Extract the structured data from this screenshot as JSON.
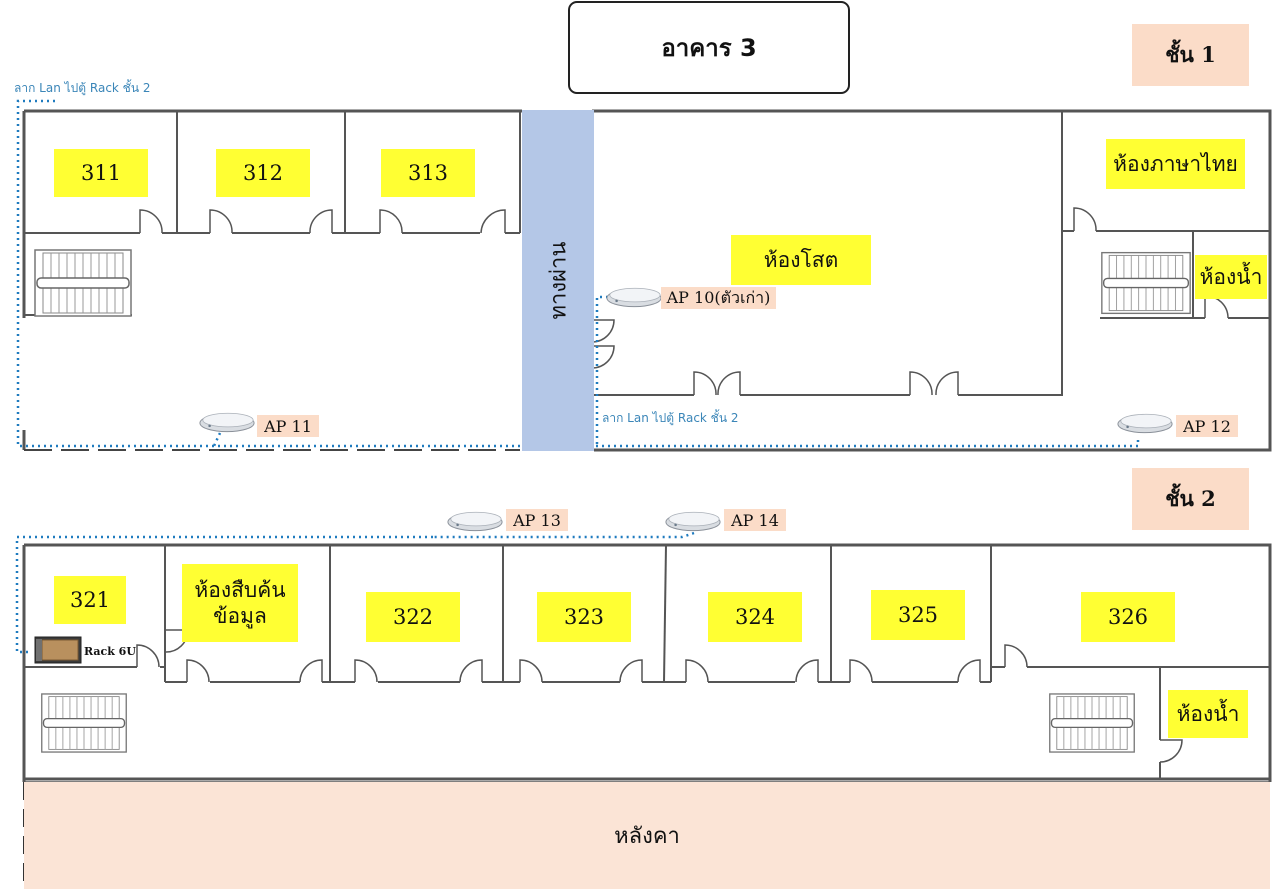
{
  "building_title": "อาคาร 3",
  "floor_1": {
    "tag": "ชั้น 1",
    "rooms": [
      "311",
      "312",
      "313",
      "ห้องภาษาไทย",
      "ห้องโสต",
      "ห้องน้ำ"
    ],
    "corridor": "ทางผ่าน",
    "access_points": [
      "AP 10(ตัวเก่า)",
      "AP 11",
      "AP 12"
    ],
    "lan_notes": [
      "ลาก Lan ไปตู้ Rack  ชั้น 2",
      "ลาก Lan ไปตู้ Rack  ชั้น 2"
    ]
  },
  "floor_2": {
    "tag": "ชั้น 2",
    "rooms": [
      "321",
      "ห้องสืบค้น\nข้อมูล",
      "322",
      "323",
      "324",
      "325",
      "326",
      "ห้องน้ำ"
    ],
    "access_points": [
      "AP 13",
      "AP 14"
    ],
    "rack": "Rack 6U",
    "roof": "หลังคา"
  },
  "colors": {
    "room_label": "#ffff33",
    "tag": "#fbdcc8",
    "corridor": "#b4c7e7",
    "roof": "#fbe4d6",
    "lan_cable": "#1f7bbf",
    "wall": "#555555"
  },
  "icons": {
    "access_point": "access-point-icon",
    "rack": "rack-cabinet-icon",
    "stairs": "stairs-icon",
    "door": "door-swing-icon"
  }
}
